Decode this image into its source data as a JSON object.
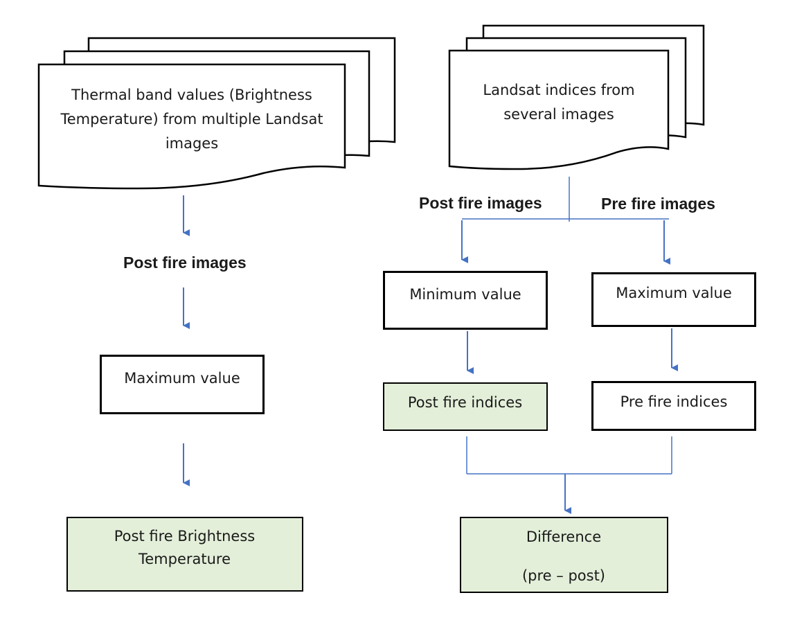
{
  "left_doc": "Thermal band values (Brightness\nTemperature) from multiple Landsat\nimages",
  "right_doc": "Landsat indices from\nseveral images",
  "left_heading": "Post fire images",
  "right_heading_post": "Post fire images",
  "right_heading_pre": "Pre fire images",
  "left_max_box": "Maximum value",
  "left_result": "Post fire Brightness\nTemperature",
  "min_box": "Minimum value",
  "max_box": "Maximum value",
  "post_indices": "Post fire indices",
  "pre_indices": "Pre fire indices",
  "difference_title": "Difference",
  "difference_formula": "(pre – post)",
  "colors": {
    "arrow": "#4472c4",
    "result_fill": "#e3efd9",
    "outline": "#000000"
  }
}
